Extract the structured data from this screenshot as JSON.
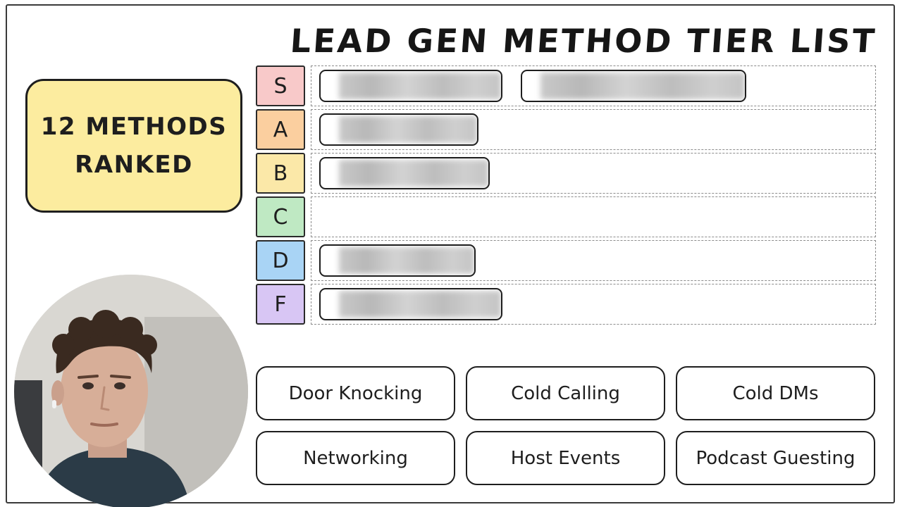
{
  "title": "LEAD GEN METHOD TIER LIST",
  "count_box": {
    "line1": "12 METHODS",
    "line2": "RANKED"
  },
  "tiers": [
    {
      "label": "S",
      "color": "#f8c9c9",
      "items": 2
    },
    {
      "label": "A",
      "color": "#fbcf9f",
      "items": 1
    },
    {
      "label": "B",
      "color": "#fbe8a8",
      "items": 1
    },
    {
      "label": "C",
      "color": "#bfe9c3",
      "items": 0
    },
    {
      "label": "D",
      "color": "#a9d4f5",
      "items": 1
    },
    {
      "label": "F",
      "color": "#d8c6f4",
      "items": 1
    }
  ],
  "methods": [
    "Door Knocking",
    "Cold Calling",
    "Cold DMs",
    "Networking",
    "Host Events",
    "Podcast Guesting"
  ],
  "colors": {
    "count_box_bg": "#fcec9f",
    "ink": "#1e1e1e"
  },
  "icons": {
    "presenter": "presenter-avatar"
  }
}
